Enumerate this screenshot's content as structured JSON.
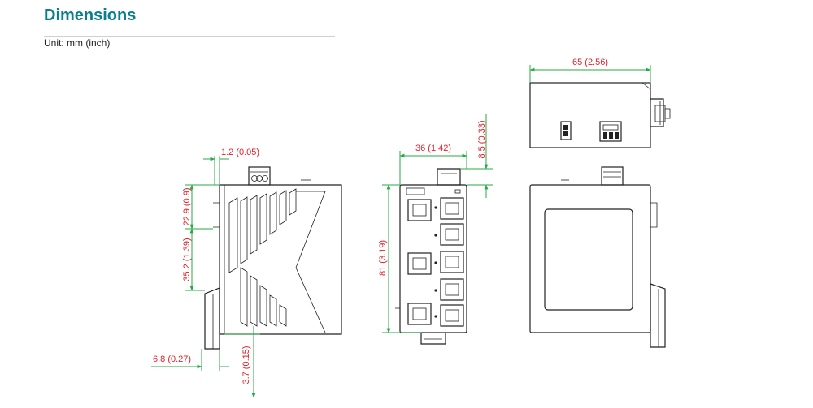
{
  "header": {
    "title": "Dimensions",
    "unit": "Unit: mm (inch)"
  },
  "dimensions": {
    "top_width": "65 (2.56)",
    "front_width": "36 (1.42)",
    "front_connector_height": "8.5 (0.33)",
    "front_height": "81 (3.19)",
    "side_top_offset": "1.2 (0.05)",
    "side_upper": "22.9 (0.9)",
    "side_middle": "35.2 (1.39)",
    "side_bottom_left": "6.8 (0.27)",
    "side_bottom_right": "3.7 (0.15)"
  },
  "colors": {
    "title": "#0a7f8c",
    "dimension_text": "#e0202a",
    "dimension_line": "#27a844",
    "drawing_line": "#222222"
  }
}
